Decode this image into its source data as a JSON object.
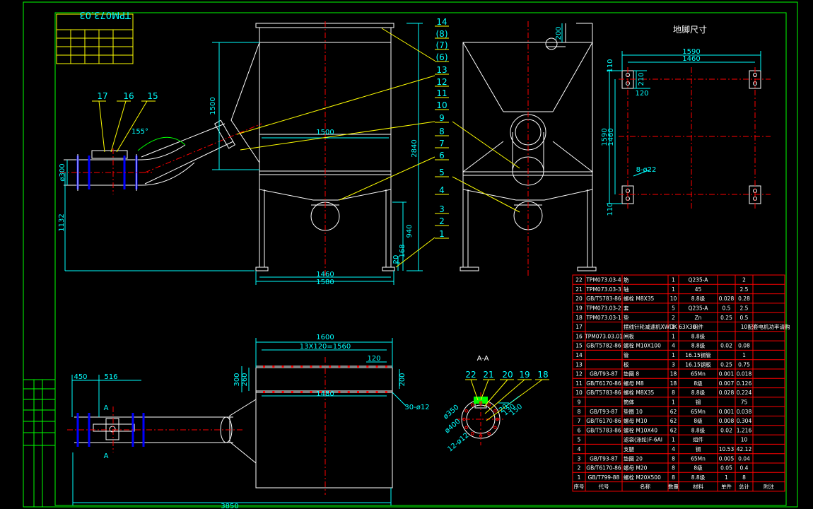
{
  "drawing": {
    "number": "TPM073.03",
    "anchor_view_title": "地脚尺寸",
    "section_title": "A-A",
    "section_markers": [
      "A",
      "A"
    ]
  },
  "front_view": {
    "balloons": [
      "14",
      "(8)",
      "(7)",
      "(6)",
      "13",
      "12",
      "11",
      "10",
      "9",
      "8",
      "7",
      "6",
      "5",
      "4",
      "3",
      "2",
      "1"
    ],
    "pipe_balloons": [
      "17",
      "16",
      "15"
    ],
    "dims": {
      "width_top": "1500",
      "height_hopper": "1500",
      "height_total": "2840",
      "pipe_dia": "ø300",
      "pipe_height": "1132",
      "leg_height": "940",
      "small_a": "168",
      "small_b": "20",
      "base_inner": "1460",
      "base_outer": "1580",
      "angle": "155°"
    }
  },
  "side_view": {
    "dim_top": "200"
  },
  "anchor_view": {
    "dims": {
      "outer": "1590",
      "inner": "1460",
      "d210": "210",
      "d120": "120",
      "h110a": "110",
      "h110b": "110",
      "h1590": "1590",
      "h1460": "1460",
      "holes": "8-ø22"
    }
  },
  "top_view": {
    "dims": {
      "len_1600": "1600",
      "pitch": "13X120=1560",
      "d120": "120",
      "d300": "300",
      "d260": "260",
      "d200": "200",
      "inner": "1480",
      "holes": "30-ø12",
      "d450": "450",
      "d516": "516",
      "total": "3850"
    }
  },
  "section_view": {
    "balloons": [
      "22",
      "21",
      "20",
      "19",
      "18"
    ],
    "dims": {
      "d350": "ø350",
      "d400": "ø400",
      "holes": "12-ø12",
      "d20": "20",
      "d130": "130",
      "d150": "150"
    }
  },
  "bom": {
    "headers": [
      "序号",
      "代号",
      "名称",
      "数量",
      "材料",
      "单件",
      "总计",
      "附注"
    ],
    "rows": [
      [
        "22",
        "TPM073.03-4",
        "筋",
        "1",
        "Q235-A",
        "",
        "2",
        ""
      ],
      [
        "21",
        "TPM073.03-3",
        "轴",
        "1",
        "45",
        "",
        "2.5",
        ""
      ],
      [
        "20",
        "GB/T5783-86",
        "螺栓 M8X35",
        "10",
        "8.8级",
        "0.028",
        "0.28",
        ""
      ],
      [
        "19",
        "TPM073.03-2",
        "套",
        "5",
        "Q235-A",
        "0.5",
        "2.5",
        ""
      ],
      [
        "18",
        "TPM073.03-1",
        "垫",
        "2",
        "Zn",
        "0.25",
        "0.5",
        ""
      ],
      [
        "17",
        "",
        "摆线针轮减速机XWDK 63X30",
        "1",
        "组件",
        "",
        "10",
        "配套电机功率请购"
      ],
      [
        "16",
        "TPM073.03.01",
        "闸板",
        "1",
        "8.8级",
        "",
        "",
        ""
      ],
      [
        "15",
        "GB/T5782-86",
        "螺栓 M10X100",
        "4",
        "8.8级",
        "0.02",
        "0.08",
        ""
      ],
      [
        "14",
        "",
        "管",
        "1",
        "16.15钢管",
        "",
        "1",
        ""
      ],
      [
        "13",
        "",
        "板",
        "3",
        "16.15钢板",
        "0.25",
        "0.75",
        ""
      ],
      [
        "12",
        "GB/T93-87",
        "垫圈 8",
        "18",
        "65Mn",
        "0.001",
        "0.018",
        ""
      ],
      [
        "11",
        "GB/T6170-86",
        "螺母 M8",
        "18",
        "8级",
        "0.007",
        "0.126",
        ""
      ],
      [
        "10",
        "GB/T5783-86",
        "螺栓 M8X35",
        "8",
        "8.8级",
        "0.028",
        "0.224",
        ""
      ],
      [
        "9",
        "",
        "筒体",
        "1",
        "钢",
        "",
        "75",
        ""
      ],
      [
        "8",
        "GB/T93-87",
        "垫圈 10",
        "62",
        "65Mn",
        "0.001",
        "0.038",
        ""
      ],
      [
        "7",
        "GB/T6170-86",
        "螺母 M10",
        "62",
        "8级",
        "0.008",
        "0.304",
        ""
      ],
      [
        "6",
        "GB/T5783-86",
        "螺栓 M10X40",
        "62",
        "8.8级",
        "0.02",
        "1.216",
        ""
      ],
      [
        "5",
        "",
        "滤袋(涤纶)F-6AI",
        "1",
        "组件",
        "",
        "10",
        ""
      ],
      [
        "4",
        "",
        "支腿",
        "4",
        "钢",
        "10.53",
        "42.12",
        ""
      ],
      [
        "3",
        "GB/T93-87",
        "垫圈 20",
        "8",
        "65Mn",
        "0.005",
        "0.04",
        ""
      ],
      [
        "2",
        "GB/T6170-86",
        "螺母 M20",
        "8",
        "8级",
        "0.05",
        "0.4",
        ""
      ],
      [
        "1",
        "GB/T799-88",
        "螺栓 M20X500",
        "8",
        "8.8级",
        "1",
        "8",
        ""
      ]
    ]
  },
  "colors": {
    "outline": "#ffffff",
    "dimension": "#00ffff",
    "leader": "#ffff00",
    "center": "#ff0000",
    "frame": "#00ff00",
    "table_grid": "#ff0000",
    "weld": "#00ff00",
    "flange": "#0000ff"
  }
}
